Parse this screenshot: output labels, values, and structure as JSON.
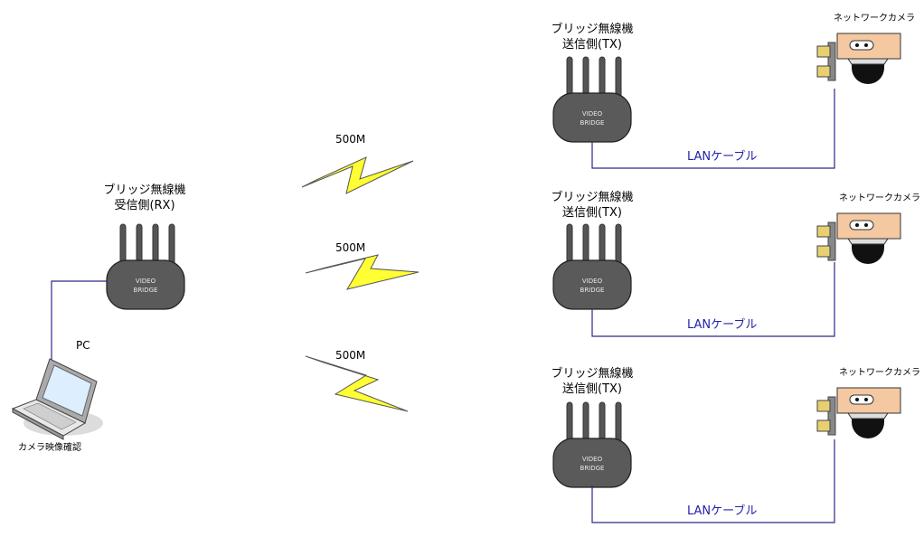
{
  "receiver": {
    "label_line1": "ブリッジ無線機",
    "label_line2": "受信側(RX)",
    "box_line1": "VIDEO",
    "box_line2": "BRIDGE"
  },
  "pc": {
    "label": "PC",
    "caption": "カメラ映像確認"
  },
  "links": [
    {
      "rate": "500M"
    },
    {
      "rate": "500M"
    },
    {
      "rate": "500M"
    }
  ],
  "transmitters": [
    {
      "label_line1": "ブリッジ無線機",
      "label_line2": "送信側(TX)",
      "box_line1": "VIDEO",
      "box_line2": "BRIDGE",
      "cable": "LANケーブル",
      "camera": "ネットワークカメラ"
    },
    {
      "label_line1": "ブリッジ無線機",
      "label_line2": "送信側(TX)",
      "box_line1": "VIDEO",
      "box_line2": "BRIDGE",
      "cable": "LANケーブル",
      "camera": "ネットワークカメラ"
    },
    {
      "label_line1": "ブリッジ無線機",
      "label_line2": "送信側(TX)",
      "box_line1": "VIDEO",
      "box_line2": "BRIDGE",
      "cable": "LANケーブル",
      "camera": "ネットワークカメラ"
    }
  ],
  "colors": {
    "device_body": "#5a5a5a",
    "antenna": "#555555",
    "lightning": "#ffff33",
    "cable": "#2a2a8a",
    "camera_body": "#f4c8a0",
    "camera_connector": "#e6d070"
  }
}
